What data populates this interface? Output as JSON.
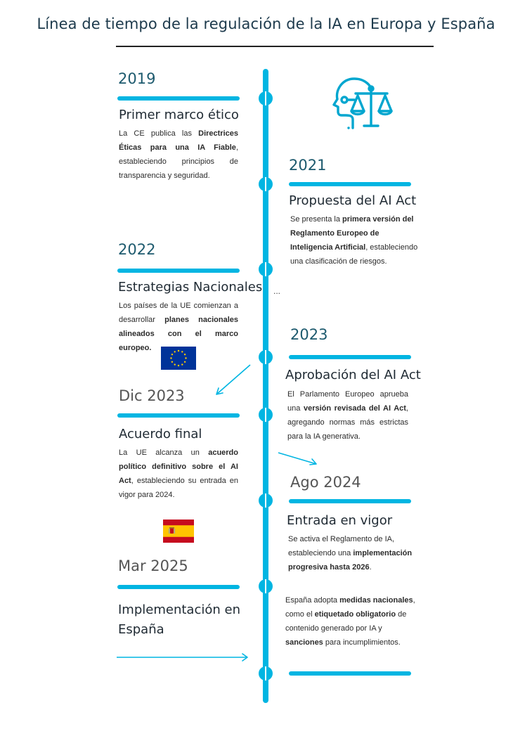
{
  "title": "Línea de tiempo de la regulación de la IA en Europa y España",
  "ellipsis": "...",
  "icons": {
    "top": "justice-head-icon",
    "eu": "eu-flag-icon",
    "spain": "spain-flag-icon"
  },
  "colors": {
    "accent": "#00b5e2",
    "title": "#1d3a4c"
  },
  "events": {
    "e2019": {
      "year": "2019",
      "heading": "Primer marco ético",
      "d1": "La CE publica las ",
      "b1": "Directrices Éticas para una IA Fiable",
      "d2": ", estableciendo principios de transparencia y seguridad."
    },
    "e2021": {
      "year": "2021",
      "heading": "Propuesta del AI Act",
      "d1": "Se presenta la ",
      "b1": "primera versión del Reglamento Europeo de Inteligencia Artificial",
      "d2": ", estableciendo una clasificación de riesgos."
    },
    "e2022": {
      "year": "2022",
      "heading": "Estrategias Nacionales",
      "d1": "Los países de la UE comienzan a desarrollar ",
      "b1": "planes nacionales alineados con el marco europeo."
    },
    "e2023": {
      "year": "2023",
      "heading": "Aprobación del AI Act",
      "d1": "El Parlamento Europeo aprueba una ",
      "b1": "versión revisada del AI Act",
      "d2": ", agregando normas más estrictas para la IA generativa."
    },
    "eDic2023": {
      "year": "Dic 2023",
      "heading": "Acuerdo final",
      "d1": "La UE alcanza un ",
      "b1": "acuerdo político definitivo sobre el AI Act",
      "d2": ", estableciendo su entrada en vigor para 2024."
    },
    "eAgo2024": {
      "year": "Ago 2024",
      "heading": "Entrada en vigor",
      "d1": "Se activa el Reglamento de IA, estableciendo una ",
      "b1": "implementación progresiva hasta 2026",
      "d2": "."
    },
    "eMar2025": {
      "year": "Mar 2025",
      "heading": "Implementación en España",
      "d1": "España adopta ",
      "b1": "medidas nacionales",
      "d2": ", como el ",
      "b2": "etiquetado obligatorio",
      "d3": " de contenido generado por IA y ",
      "b3": "sanciones",
      "d4": " para incumplimientos."
    }
  }
}
